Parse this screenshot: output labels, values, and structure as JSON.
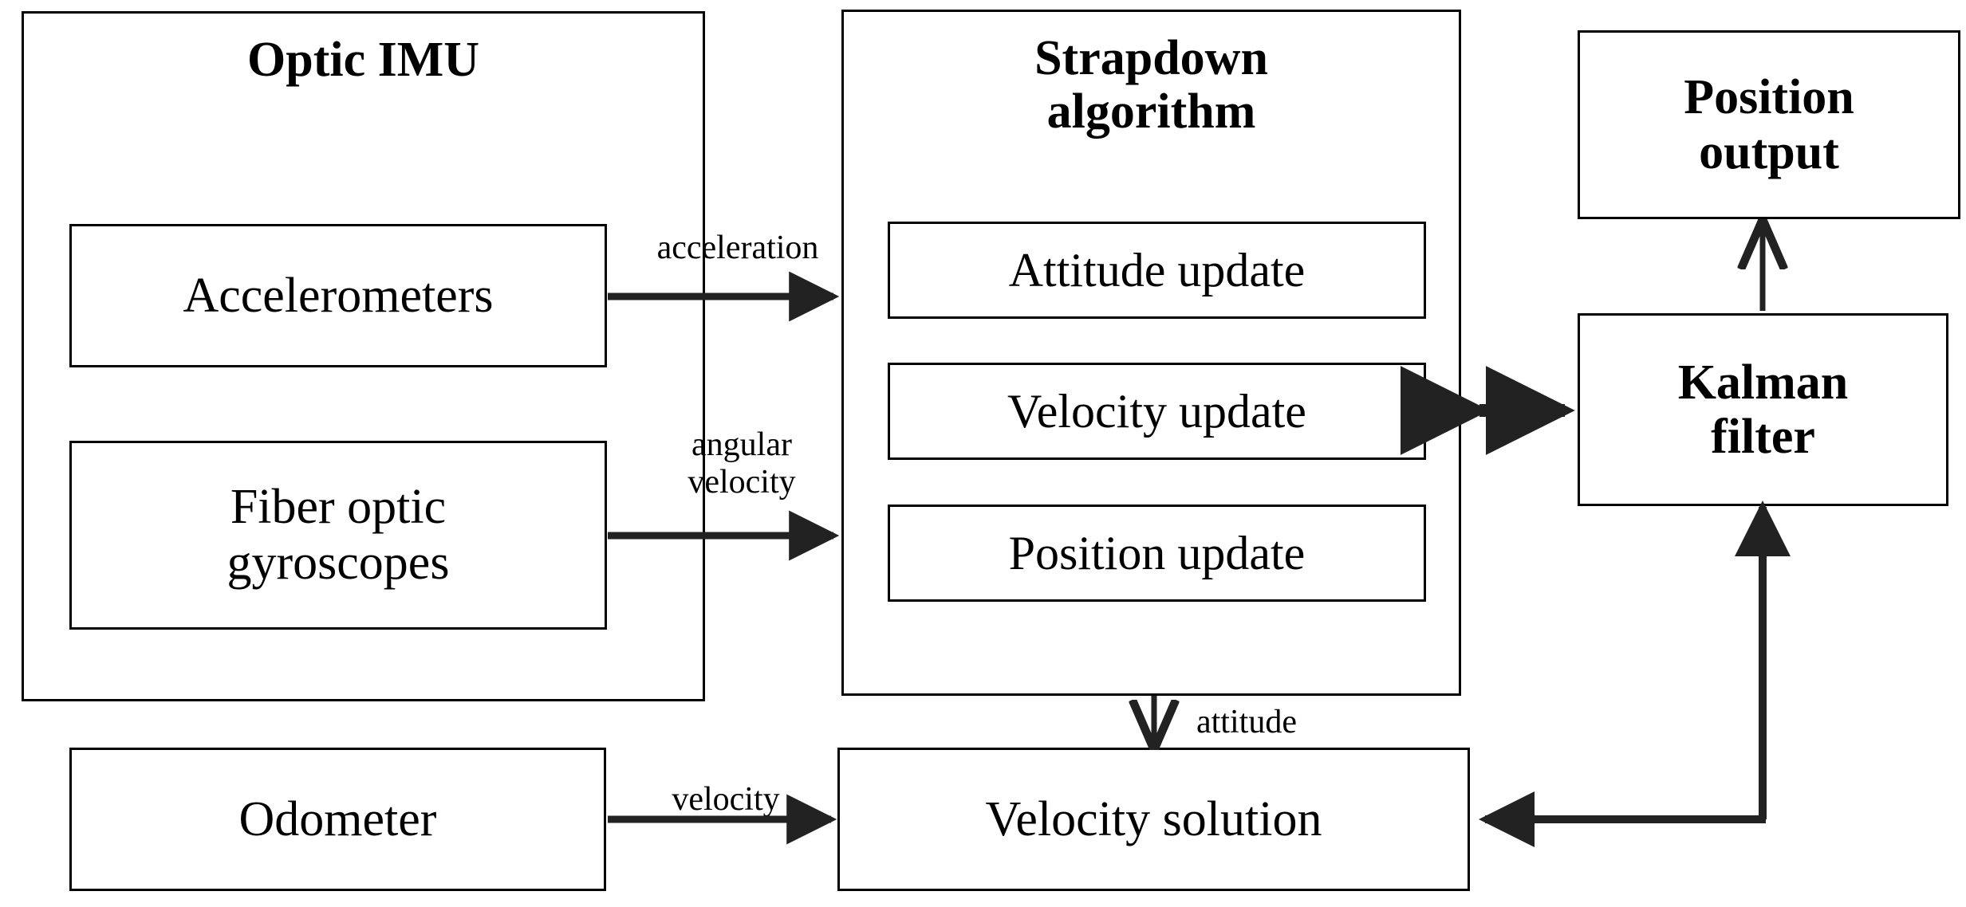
{
  "diagram": {
    "title": "Optic IMU strapdown inertial navigation block diagram",
    "colors": {
      "stroke": "#000000",
      "background": "#ffffff",
      "arrow": "#222222"
    },
    "groups": [
      {
        "id": "optic-imu",
        "title": "Optic IMU",
        "boxes": [
          {
            "id": "accelerometers",
            "label": "Accelerometers"
          },
          {
            "id": "fiber-optic-gyroscopes",
            "label": "Fiber optic\ngyroscopes"
          }
        ]
      },
      {
        "id": "strapdown-algorithm",
        "title": "Strapdown\nalgorithm",
        "boxes": [
          {
            "id": "attitude-update",
            "label": "Attitude update"
          },
          {
            "id": "velocity-update",
            "label": "Velocity update"
          },
          {
            "id": "position-update",
            "label": "Position update"
          }
        ]
      }
    ],
    "boxes": [
      {
        "id": "position-output",
        "label": "Position\noutput"
      },
      {
        "id": "kalman-filter",
        "label": "Kalman\nfilter"
      },
      {
        "id": "odometer",
        "label": "Odometer"
      },
      {
        "id": "velocity-solution",
        "label": "Velocity solution"
      }
    ],
    "edge_labels": [
      {
        "id": "acceleration",
        "label": "acceleration"
      },
      {
        "id": "angular-velocity",
        "label": "angular\nvelocity"
      },
      {
        "id": "velocity",
        "label": "velocity"
      },
      {
        "id": "attitude",
        "label": "attitude"
      }
    ],
    "connections": [
      {
        "id": "accelerometers-to-strapdown",
        "from": "accelerometers",
        "to": "strapdown-algorithm",
        "label": "acceleration",
        "direction": "right"
      },
      {
        "id": "gyroscopes-to-strapdown",
        "from": "fiber-optic-gyroscopes",
        "to": "strapdown-algorithm",
        "label": "angular velocity",
        "direction": "right"
      },
      {
        "id": "strapdown-to-kalman",
        "from": "strapdown-algorithm",
        "to": "kalman-filter",
        "label": "",
        "direction": "bidirectional"
      },
      {
        "id": "kalman-to-position-output",
        "from": "kalman-filter",
        "to": "position-output",
        "label": "",
        "direction": "up"
      },
      {
        "id": "strapdown-to-velocity-solution",
        "from": "strapdown-algorithm",
        "to": "velocity-solution",
        "label": "attitude",
        "direction": "down"
      },
      {
        "id": "odometer-to-velocity-solution",
        "from": "odometer",
        "to": "velocity-solution",
        "label": "velocity",
        "direction": "right"
      },
      {
        "id": "velocity-solution-to-kalman",
        "from": "velocity-solution",
        "to": "kalman-filter",
        "label": "",
        "direction": "right-up"
      }
    ]
  }
}
